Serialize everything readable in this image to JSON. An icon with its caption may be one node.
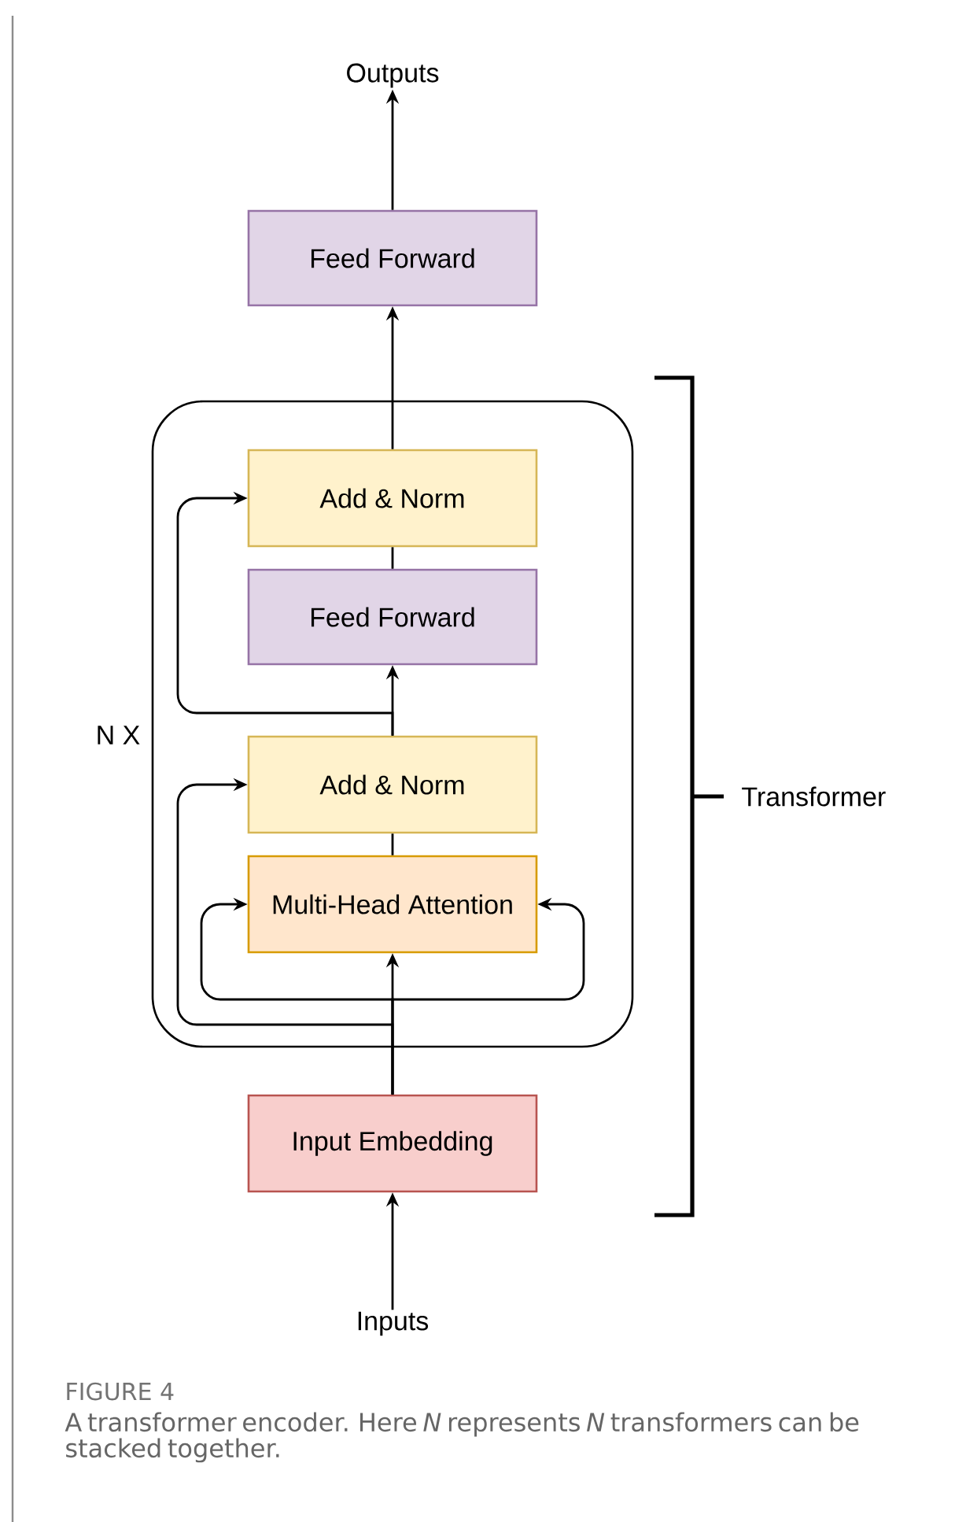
{
  "diagram": {
    "caption": "A transformer encoder. Here *N* represents *N* transformers can be stacked together.",
    "nodes": [
      {
        "text": [
          "Outputs"
        ]
      },
      {
        "text": [
          "Feed Forward"
        ]
      },
      {
        "text": [],
        "shape": "box",
        "beside": [
          "N X"
        ]
      },
      {
        "text": [
          "Add & Norm"
        ],
        "in": 2
      },
      {
        "text": [
          "Feed Forward"
        ],
        "in": 2
      },
      {
        "text": [
          "Add & Norm"
        ],
        "in": 2
      },
      {
        "text": [
          "Multi-Head Attention"
        ],
        "in": 2
      },
      {
        "text": [
          "Input Embedding"
        ]
      },
      {
        "text": [
          "Inputs"
        ]
      }
    ],
    "edges": [
      {
        "from": 8,
        "to": 7,
        "arrow": "to"
      },
      {
        "from": 7,
        "to": 6,
        "arrow": "to"
      },
      {
        "from": 7,
        "to": 6,
        "arrow": "to"
      },
      {
        "from": 7,
        "to": 6,
        "arrow": "to"
      },
      {
        "from": 7,
        "to": 5,
        "arrow": "to"
      },
      {
        "from": 6,
        "to": 5,
        "arrow": "none"
      },
      {
        "from": 5,
        "to": 4,
        "arrow": "to"
      },
      {
        "from": 5,
        "to": 3,
        "arrow": "to"
      },
      {
        "from": 4,
        "to": 3,
        "arrow": "none"
      },
      {
        "from": 3,
        "to": 1,
        "arrow": "to"
      },
      {
        "from": 1,
        "to": 0,
        "arrow": "to"
      }
    ],
    "labels": [
      "Transformer",
      "FIGURE 4"
    ]
  }
}
